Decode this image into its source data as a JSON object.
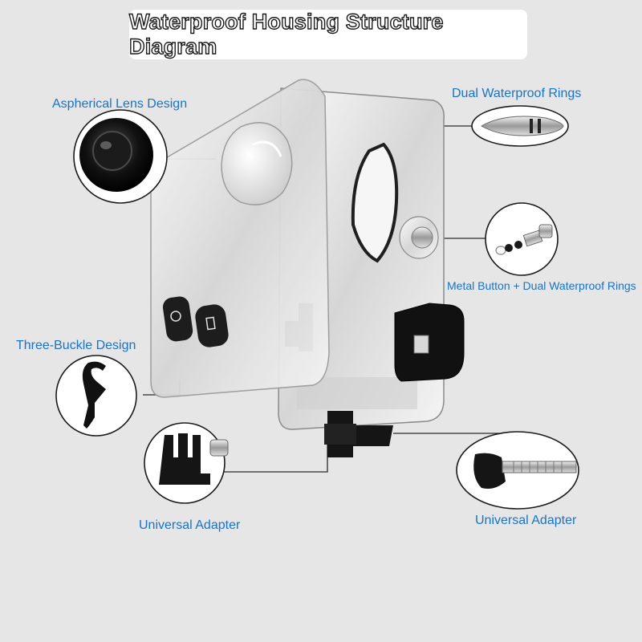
{
  "title": "Waterproof Housing Structure Diagram",
  "labels": {
    "aspherical_lens": "Aspherical Lens Design",
    "dual_rings": "Dual Waterproof Rings",
    "metal_button": "Metal Button + Dual Waterproof Rings",
    "three_buckle": "Three-Buckle Design",
    "adapter_left": "Universal Adapter",
    "adapter_right": "Universal Adapter"
  },
  "colors": {
    "background": "#e6e6e6",
    "label_text": "#1a73c4",
    "leader_line": "#2a2a2a"
  }
}
